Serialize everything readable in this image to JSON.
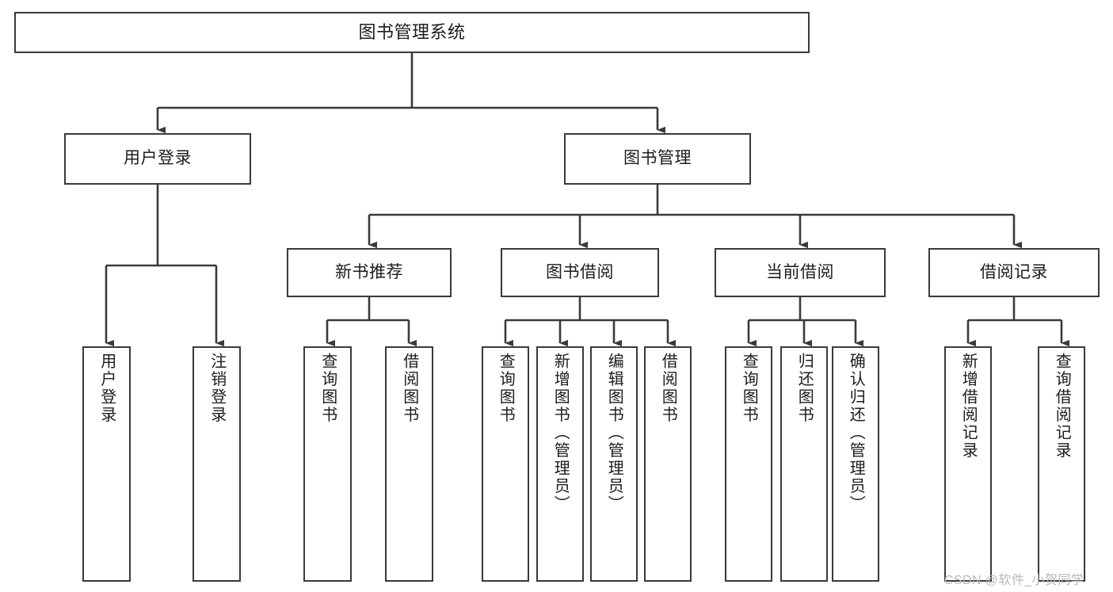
{
  "diagram": {
    "title": "图书管理系统",
    "type": "tree",
    "watermark": "CSDN @软件_小贺同学",
    "colors": {
      "stroke": "#3a3a3a",
      "fill": "#ffffff",
      "text": "#1d1d1d",
      "watermark": "#b7b7b7"
    },
    "levels": {
      "root": {
        "label": "图书管理系统"
      },
      "level2": [
        {
          "label": "用户登录"
        },
        {
          "label": "图书管理"
        }
      ],
      "level3": [
        {
          "label": "新书推荐"
        },
        {
          "label": "图书借阅"
        },
        {
          "label": "当前借阅"
        },
        {
          "label": "借阅记录"
        }
      ],
      "leaves": {
        "user_login": [
          {
            "label": "用户登录"
          },
          {
            "label": "注销登录"
          }
        ],
        "new_book_recommend": [
          {
            "label": "查询图书"
          },
          {
            "label": "借阅图书"
          }
        ],
        "book_borrow": [
          {
            "label": "查询图书"
          },
          {
            "label": "新增图书（管理员）"
          },
          {
            "label": "编辑图书（管理员）"
          },
          {
            "label": "借阅图书"
          }
        ],
        "current_borrow": [
          {
            "label": "查询图书"
          },
          {
            "label": "归还图书"
          },
          {
            "label": "确认归还（管理员）"
          }
        ],
        "borrow_record": [
          {
            "label": "新增借阅记录"
          },
          {
            "label": "查询借阅记录"
          }
        ]
      }
    }
  }
}
